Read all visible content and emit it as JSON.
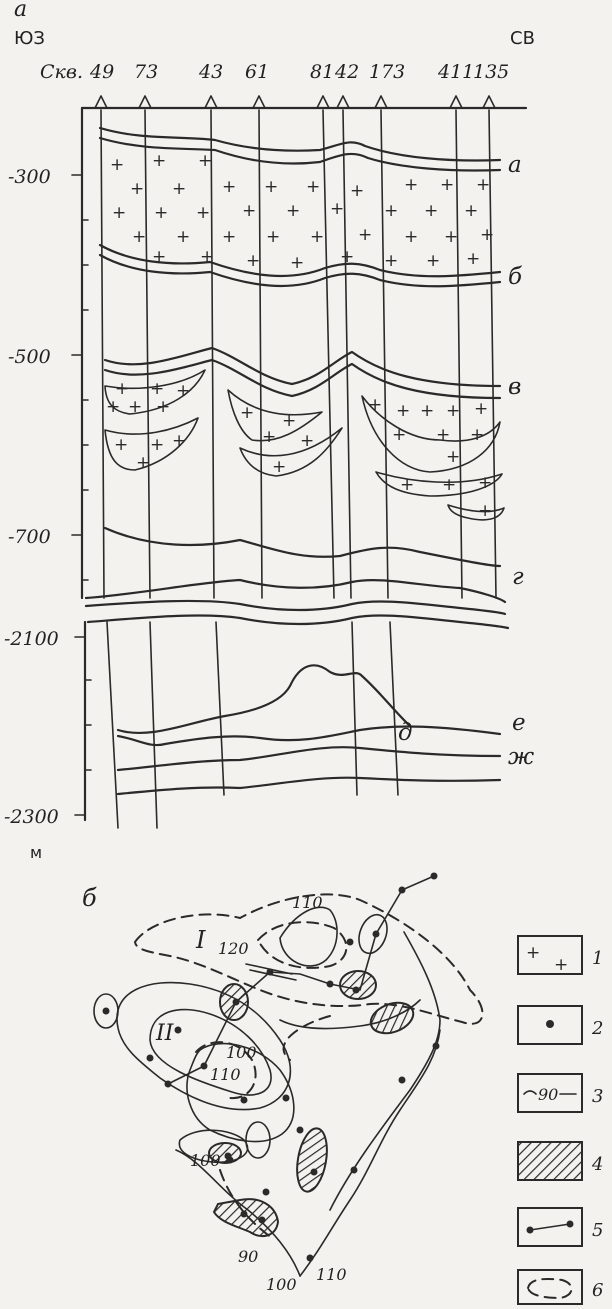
{
  "section_a": {
    "panel_label": "а",
    "sw_label": "ЮЗ",
    "ne_label": "СВ",
    "wells_label": "Скв.",
    "wells": [
      "49",
      "73",
      "43",
      "61",
      "81",
      "42",
      "173",
      "411",
      "135"
    ],
    "depth_labels": [
      "-300",
      "-500",
      "-700",
      "-2100",
      "-2300"
    ],
    "unit_label": "м",
    "horizon_labels": [
      "а",
      "б",
      "в",
      "г",
      "д",
      "е",
      "ж"
    ]
  },
  "section_b": {
    "panel_label": "б",
    "zone_labels": [
      "I",
      "II"
    ],
    "contour_labels": [
      "110",
      "120",
      "100",
      "110",
      "100",
      "90",
      "100",
      "110"
    ]
  },
  "legend": {
    "items": [
      {
        "num": "1",
        "kind": "plus"
      },
      {
        "num": "2",
        "kind": "dot"
      },
      {
        "num": "3",
        "kind": "contour",
        "text": "90"
      },
      {
        "num": "4",
        "kind": "hatch"
      },
      {
        "num": "5",
        "kind": "segment"
      },
      {
        "num": "6",
        "kind": "dashed-outline"
      }
    ]
  }
}
